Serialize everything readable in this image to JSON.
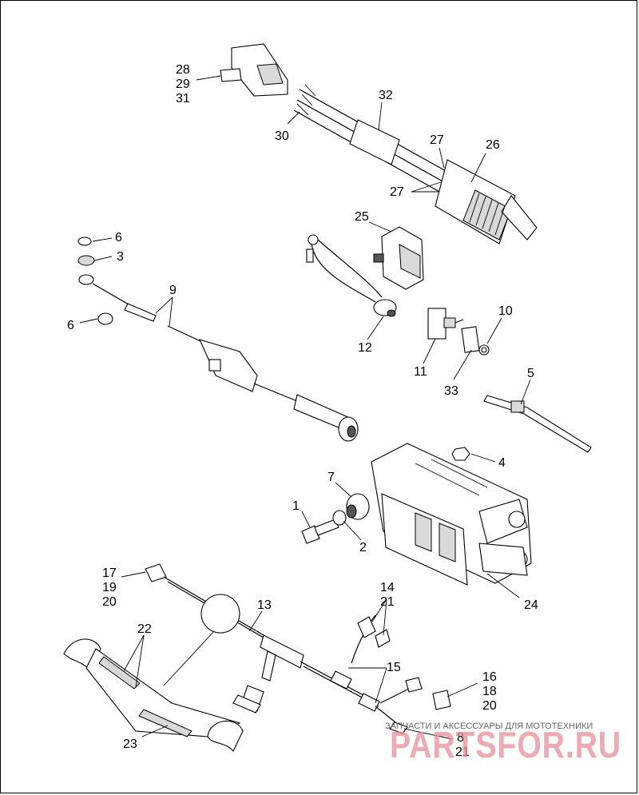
{
  "callouts": [
    "28",
    "29",
    "31",
    "32",
    "30",
    "27",
    "26",
    "27",
    "25",
    "6",
    "3",
    "9",
    "6",
    "12",
    "11",
    "33",
    "10",
    "5",
    "4",
    "7",
    "1",
    "2",
    "24",
    "17",
    "19",
    "20",
    "14",
    "21",
    "13",
    "22",
    "15",
    "16",
    "18",
    "20",
    "23",
    "8",
    "21"
  ],
  "watermark": {
    "caption": "ЗАПЧАСТИ И АКСЕССУАРЫ ДЛЯ МОТОТЕХНИКИ",
    "brand": "PARTSFOR.RU"
  },
  "colors": {
    "line": "#000000",
    "watermark": "#e88e9a",
    "background": "#ffffff"
  }
}
